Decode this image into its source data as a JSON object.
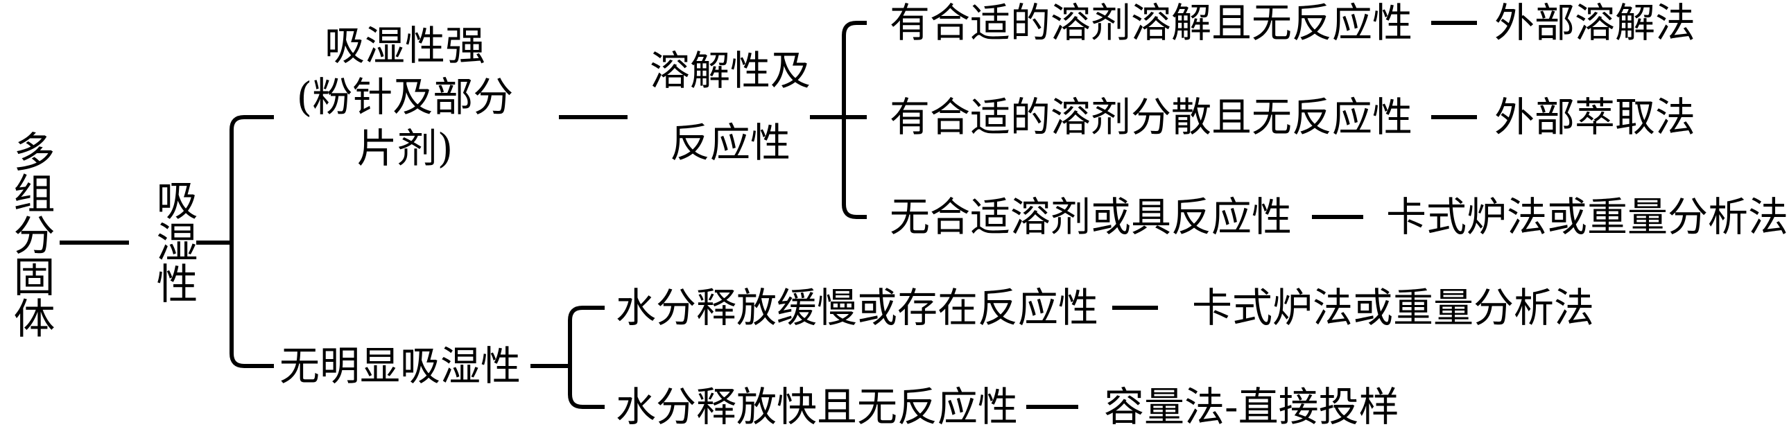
{
  "root": "多组分固体",
  "level1": "吸湿性",
  "strong": {
    "lines": [
      "吸湿性强",
      "(粉针及部分",
      "片剂)"
    ],
    "criterion_lines": [
      "溶解性及",
      "反应性"
    ],
    "branches": [
      {
        "condition": "有合适的溶剂溶解且无反应性",
        "method": "外部溶解法"
      },
      {
        "condition": "有合适的溶剂分散且无反应性",
        "method": "外部萃取法"
      },
      {
        "condition": "无合适溶剂或具反应性",
        "method": "卡式炉法或重量分析法"
      }
    ]
  },
  "weak": {
    "label": "无明显吸湿性",
    "branches": [
      {
        "condition": "水分释放缓慢或存在反应性",
        "method": "卡式炉法或重量分析法"
      },
      {
        "condition": "水分释放快且无反应性",
        "method": "容量法-直接投样"
      }
    ]
  }
}
